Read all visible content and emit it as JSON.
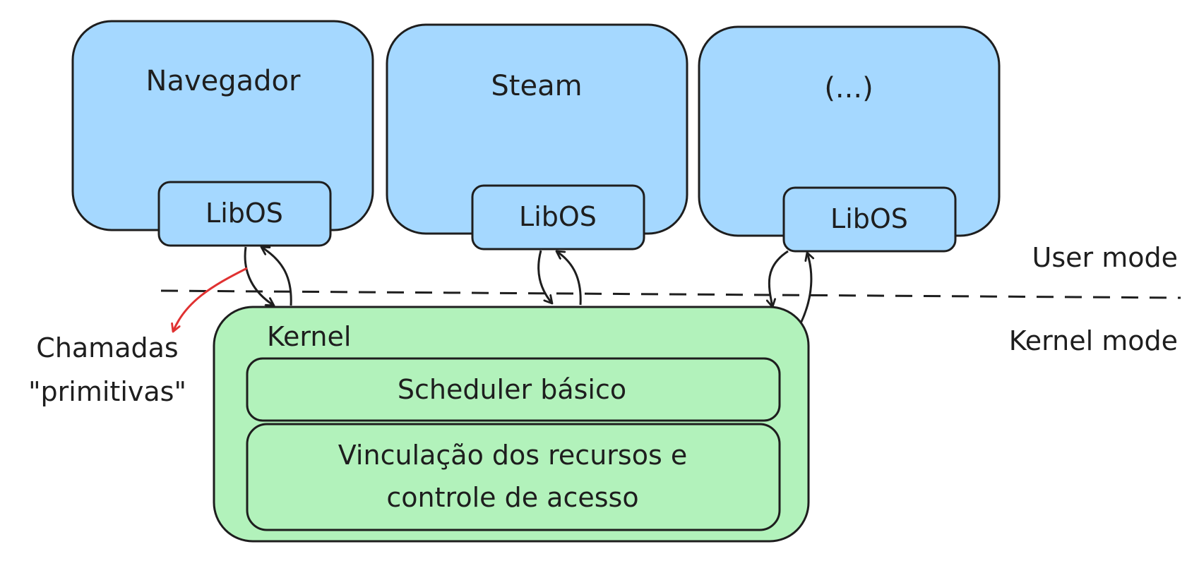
{
  "colors": {
    "app_fill": "#a5d8ff",
    "kernel_fill": "#b2f2bb",
    "stroke": "#1e1e1e",
    "annotation": "#e03131"
  },
  "apps": [
    {
      "title": "Navegador",
      "libos": "LibOS"
    },
    {
      "title": "Steam",
      "libos": "LibOS"
    },
    {
      "title": "(...)",
      "libos": "LibOS"
    }
  ],
  "modes": {
    "user": "User mode",
    "kernel": "Kernel mode"
  },
  "kernel": {
    "title": "Kernel",
    "scheduler": "Scheduler básico",
    "resources_line1": "Vinculação dos recursos e",
    "resources_line2": "controle de acesso"
  },
  "annotation": {
    "line1": "Chamadas",
    "line2": "\"primitivas\""
  }
}
